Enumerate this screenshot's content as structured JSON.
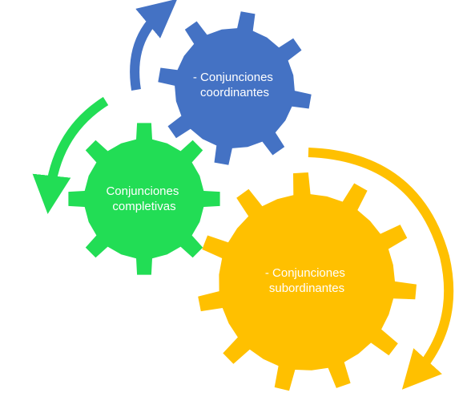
{
  "diagram": {
    "gears": [
      {
        "id": "coordinantes",
        "lines": [
          "- Conjunciones",
          "coordinantes"
        ],
        "color": "#4472C4"
      },
      {
        "id": "completivas",
        "lines": [
          "Conjunciones",
          "completivas"
        ],
        "color": "#22DD55"
      },
      {
        "id": "subordinantes",
        "lines": [
          "- Conjunciones",
          "subordinantes"
        ],
        "color": "#FFC000"
      }
    ]
  }
}
